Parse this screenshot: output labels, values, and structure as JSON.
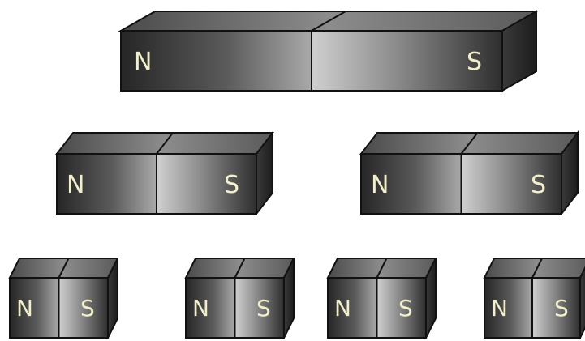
{
  "poles": {
    "north": "N",
    "south": "S"
  },
  "colors": {
    "background": "#ffffff",
    "magnet_dark": "#2a2a2a",
    "magnet_mid": "#8a8a8a",
    "magnet_light": "#c8c8c8",
    "top_face": "#7a7a7a",
    "side_face": "#2b2b2b",
    "outline": "#111111",
    "label": "#f2f0c8"
  },
  "rows": [
    {
      "level": "whole magnet",
      "count": 1
    },
    {
      "level": "halves",
      "count": 2
    },
    {
      "level": "quarters",
      "count": 4
    }
  ]
}
